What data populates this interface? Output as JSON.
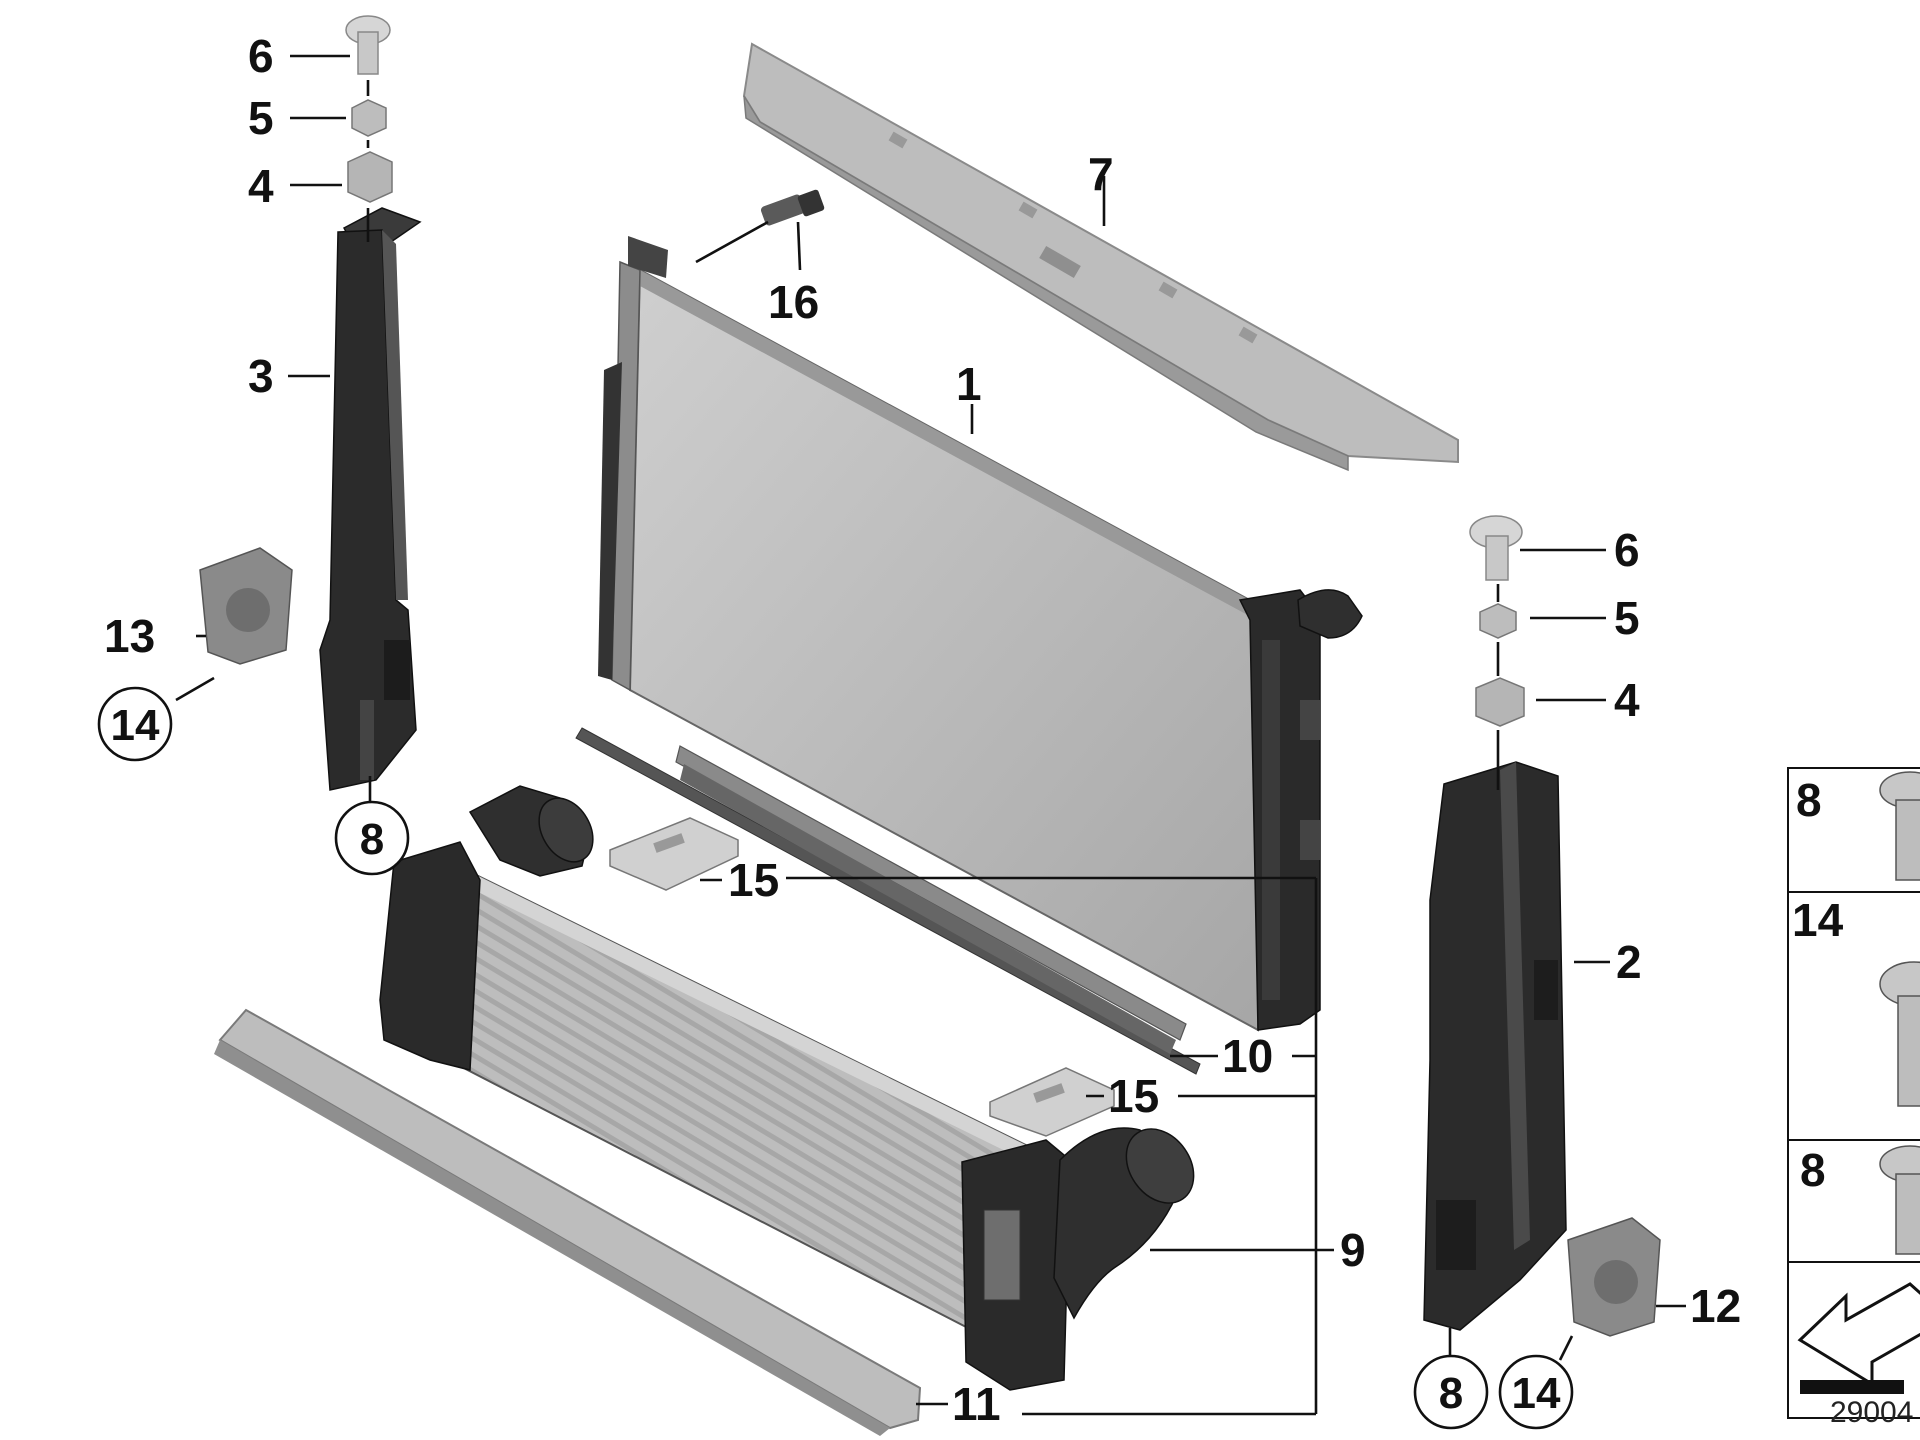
{
  "diagram": {
    "labels": {
      "l6_top": "6",
      "l5_top": "5",
      "l4_top": "4",
      "l3": "3",
      "l13": "13",
      "l14_left": "14",
      "l8_left": "8",
      "l7": "7",
      "l16": "16",
      "l1": "1",
      "l6_right": "6",
      "l5_right": "5",
      "l4_right": "4",
      "l2": "2",
      "l15_top": "15",
      "l10": "10",
      "l15_bottom": "15",
      "l9": "9",
      "l11": "11",
      "l12": "12",
      "l8_right": "8",
      "l14_right": "14"
    },
    "panel": {
      "row1": "8",
      "row2": "14",
      "row3": "8"
    },
    "caption": "29004"
  },
  "colors": {
    "part_light": "#c9c9c9",
    "part_mid": "#a9a9a9",
    "part_dark": "#2b2b2b",
    "line": "#111111"
  }
}
